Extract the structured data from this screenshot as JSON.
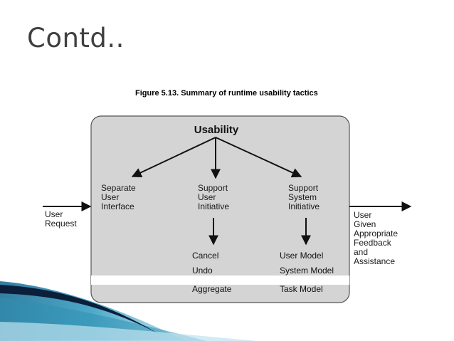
{
  "slide": {
    "title": "Contd.."
  },
  "figure": {
    "caption": "Figure 5.13. Summary of runtime usability tactics",
    "root": "Usability",
    "input_label": [
      "User",
      "Request"
    ],
    "output_label": [
      "User",
      "Given",
      "Appropriate",
      "Feedback",
      "and",
      "Assistance"
    ],
    "categories": [
      {
        "lines": [
          "Separate",
          "User",
          "Interface"
        ],
        "tactics": []
      },
      {
        "lines": [
          "Support",
          "User",
          "Initiative"
        ],
        "tactics": [
          "Cancel",
          "Undo",
          "Aggregate"
        ]
      },
      {
        "lines": [
          "Support",
          "System",
          "Initiative"
        ],
        "tactics": [
          "User Model",
          "System Model",
          "Task Model"
        ]
      }
    ]
  },
  "colors": {
    "box_fill": "#d4d4d4",
    "box_stroke": "#555555",
    "arrow": "#111111",
    "title_text": "#3f3f3f",
    "wave_dark": "#0b1f3a",
    "wave_teal": "#2f8fb3",
    "wave_light": "#bfe3ef"
  }
}
